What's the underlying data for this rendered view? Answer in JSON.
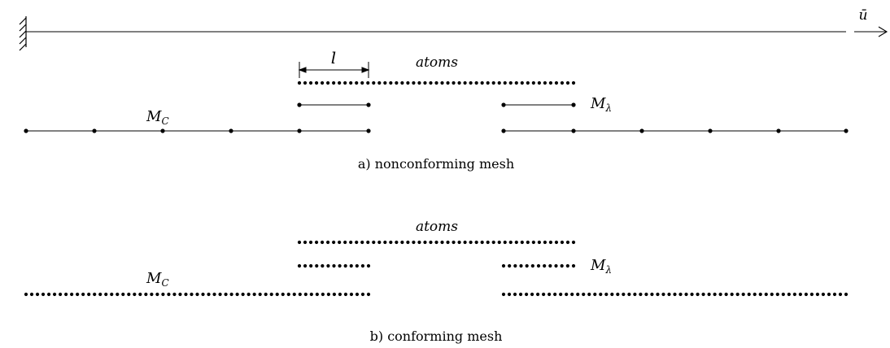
{
  "top_bar": {
    "load_label": "ū"
  },
  "panel_a": {
    "dimension_label": "l",
    "atoms_label": "atoms",
    "continuum_label": "M",
    "continuum_sub": "C",
    "lagrange_label": "M",
    "lagrange_sub": "λ",
    "caption": "a) nonconforming mesh"
  },
  "panel_b": {
    "atoms_label": "atoms",
    "continuum_label": "M",
    "continuum_sub": "C",
    "lagrange_label": "M",
    "lagrange_sub": "λ",
    "caption": "b) conforming mesh"
  }
}
